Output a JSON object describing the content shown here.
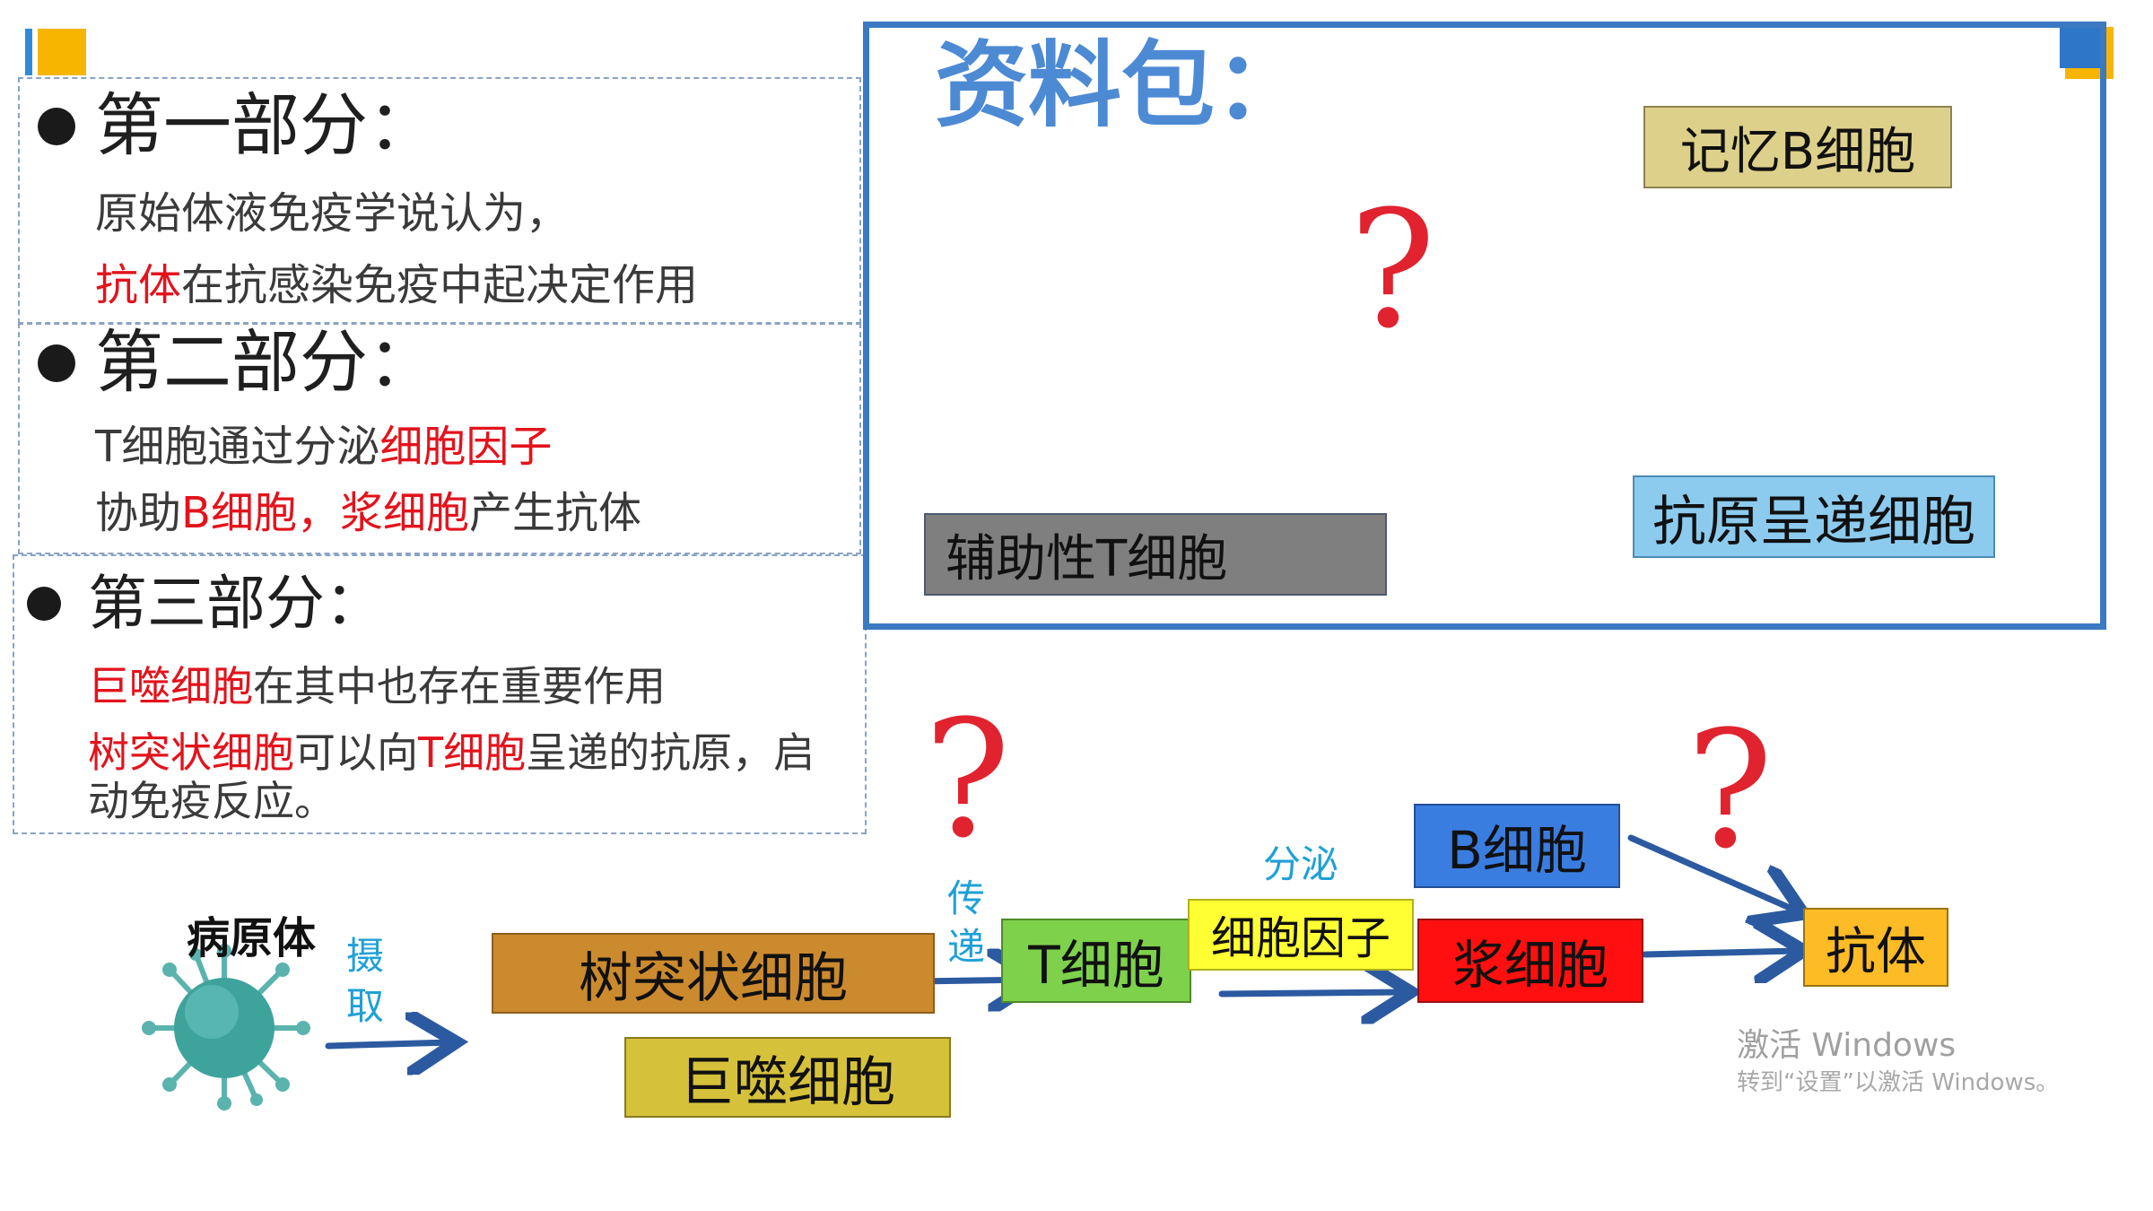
{
  "sections": [
    {
      "heading": "第一部分：",
      "line1": "原始体液免疫学说认为，",
      "line2_red": "抗体",
      "line2_rest": "在抗感染免疫中起决定作用"
    },
    {
      "heading": "第二部分：",
      "line1_a": "T细胞通过分泌",
      "line1_red": "细胞因子",
      "line2_a": "协助",
      "line2_red1": "B细胞，浆细胞",
      "line2_rest": "产生抗体"
    },
    {
      "heading": "第三部分：",
      "line1_red": "巨噬细胞",
      "line1_rest": "在其中也存在重要作用",
      "line2_red1": "树突状细胞",
      "line2_a": "可以向",
      "line2_red2": "T细胞",
      "line2_rest": "呈递的抗原，启",
      "line3": "动免疫反应。"
    }
  ],
  "resource_pack": {
    "title": "资料包：",
    "memory_b": "记忆B细胞",
    "helper_t": "辅助性T细胞",
    "apc": "抗原呈递细胞",
    "question": "?"
  },
  "flow": {
    "pathogen": "病原体",
    "take_1": "摄",
    "take_2": "取",
    "transfer_1": "传",
    "transfer_2": "递",
    "secrete": "分泌",
    "dendritic": "树突状细胞",
    "macrophage": "巨噬细胞",
    "t_cell": "T细胞",
    "cytokine": "细胞因子",
    "b_cell": "B细胞",
    "plasma": "浆细胞",
    "antibody": "抗体",
    "question": "?"
  },
  "watermark": {
    "line1": "激活 Windows",
    "line2": "转到“设置”以激活 Windows。"
  },
  "colors": {
    "accent_blue": "#3b79c2",
    "accent_yellow": "#f7b500",
    "highlight_red": "#e3131c",
    "question_red": "#e0232f",
    "label_cyan": "#1ea0d6",
    "arrow_blue": "#2b5aa0"
  }
}
